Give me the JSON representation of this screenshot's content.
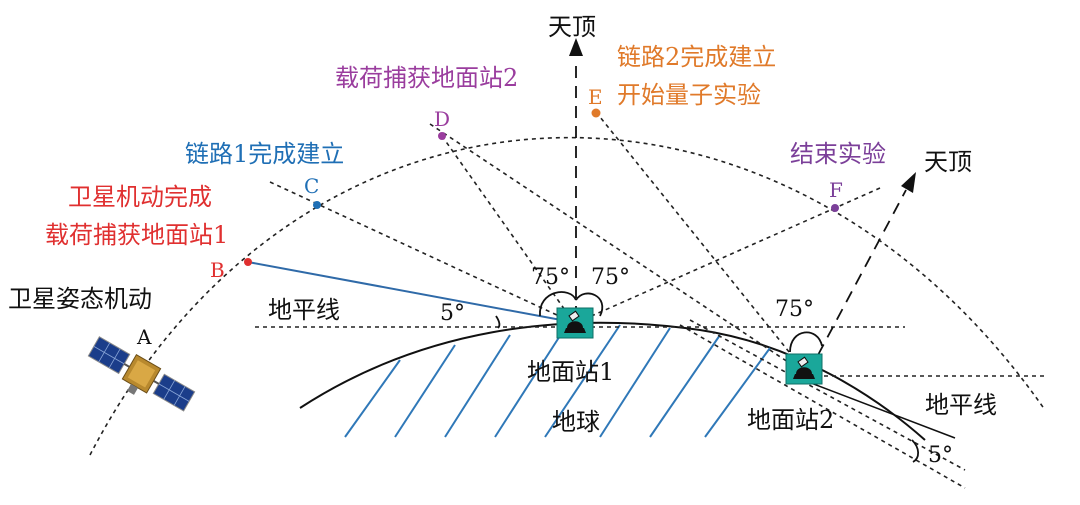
{
  "colors": {
    "red": "#e03030",
    "blue": "#1f6fb5",
    "purple": "#9a3d9e",
    "orange": "#e07a2a",
    "darkpurple": "#7b3f99",
    "teal": "#1aa79a",
    "hatch": "#2f78b8",
    "black": "#111111"
  },
  "labels": {
    "zenith_left": "天顶",
    "zenith_right": "天顶",
    "horizon_left": "地平线",
    "horizon_right": "地平线",
    "station1": "地面站1",
    "station2": "地面站2",
    "earth": "地球",
    "sat_maneuver": "卫星姿态机动",
    "angle_75_left": "75°",
    "angle_75_right": "75°",
    "angle_75_station2": "75°",
    "angle_5_left": "5°",
    "angle_5_right": "5°"
  },
  "points": {
    "A": {
      "letter": "A"
    },
    "B": {
      "letter": "B",
      "line1": "卫星机动完成",
      "line2": "载荷捕获地面站1"
    },
    "C": {
      "letter": "C",
      "line1": "链路1完成建立"
    },
    "D": {
      "letter": "D",
      "line1": "载荷捕获地面站2"
    },
    "E": {
      "letter": "E",
      "line1": "链路2完成建立",
      "line2": "开始量子实验"
    },
    "F": {
      "letter": "F",
      "line1": "结束实验"
    }
  },
  "icons": {
    "satellite": "satellite-icon",
    "station": "telescope-station-icon"
  }
}
